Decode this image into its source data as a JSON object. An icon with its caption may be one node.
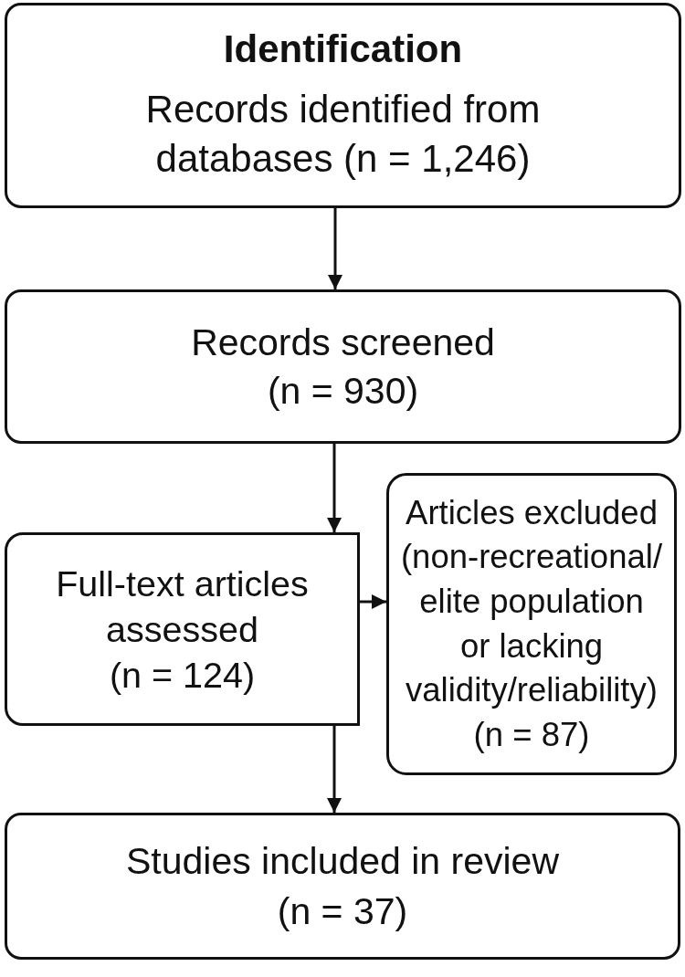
{
  "diagram": {
    "nodes": [
      {
        "text": [
          "Identification",
          "Records identified from databases (n = 1,246)"
        ]
      },
      {
        "text": [
          "Records screened",
          "(n = 930)"
        ]
      },
      {
        "text": [
          "Full-text articles assessed",
          "(n = 124)"
        ]
      },
      {
        "text": [
          "Articles excluded (non-recreational/ elite population or lacking validity/reliability)",
          "(n = 87)"
        ]
      },
      {
        "text": [
          "Studies included in review",
          "(n = 37)"
        ]
      }
    ],
    "edges": [
      {
        "from": 0,
        "to": 1,
        "arrow": "to"
      },
      {
        "from": 1,
        "to": 2,
        "arrow": "to"
      },
      {
        "from": 2,
        "to": 3,
        "arrow": "to"
      },
      {
        "from": 2,
        "to": 4,
        "arrow": "to"
      }
    ]
  }
}
